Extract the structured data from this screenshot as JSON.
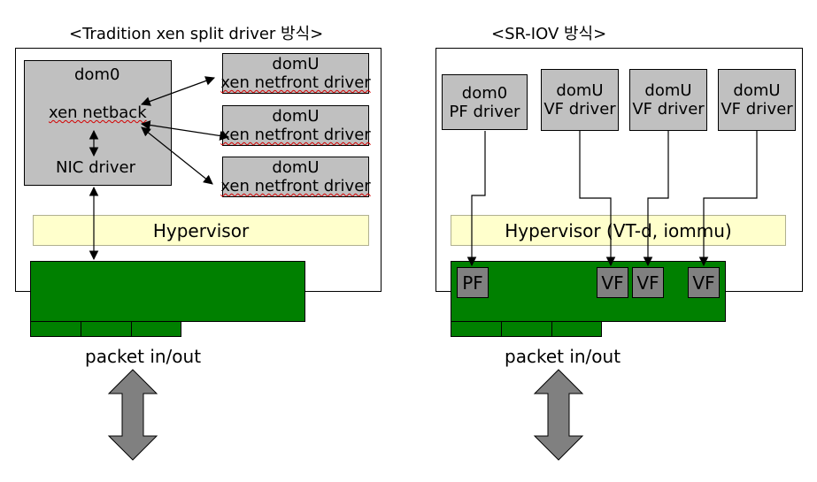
{
  "left": {
    "heading": "<Tradition xen split driver 방식>",
    "dom0": {
      "title": "dom0",
      "backend": "xen netback",
      "nic_driver": "NIC driver"
    },
    "domu": [
      {
        "title": "domU",
        "driver": "xen netfront driver"
      },
      {
        "title": "domU",
        "driver": "xen netfront driver"
      },
      {
        "title": "domU",
        "driver": "xen netfront driver"
      }
    ],
    "hypervisor": "Hypervisor",
    "packet": "packet in/out"
  },
  "right": {
    "heading": "<SR-IOV 방식>",
    "dom0": {
      "title": "dom0",
      "driver": "PF driver"
    },
    "domu": [
      {
        "title": "domU",
        "driver": "VF driver"
      },
      {
        "title": "domU",
        "driver": "VF driver"
      },
      {
        "title": "domU",
        "driver": "VF driver"
      }
    ],
    "hypervisor": "Hypervisor (VT-d, iommu)",
    "functions": [
      "PF",
      "VF",
      "VF",
      "VF"
    ],
    "packet": "packet in/out"
  },
  "colors": {
    "box_gray": "#c0c0c0",
    "hypervisor_fill": "#ffffcc",
    "nic_green": "#008000",
    "function_gray": "#808080",
    "arrow_gray": "#808080"
  },
  "icons": [
    "double-headed-arrow-icon"
  ]
}
